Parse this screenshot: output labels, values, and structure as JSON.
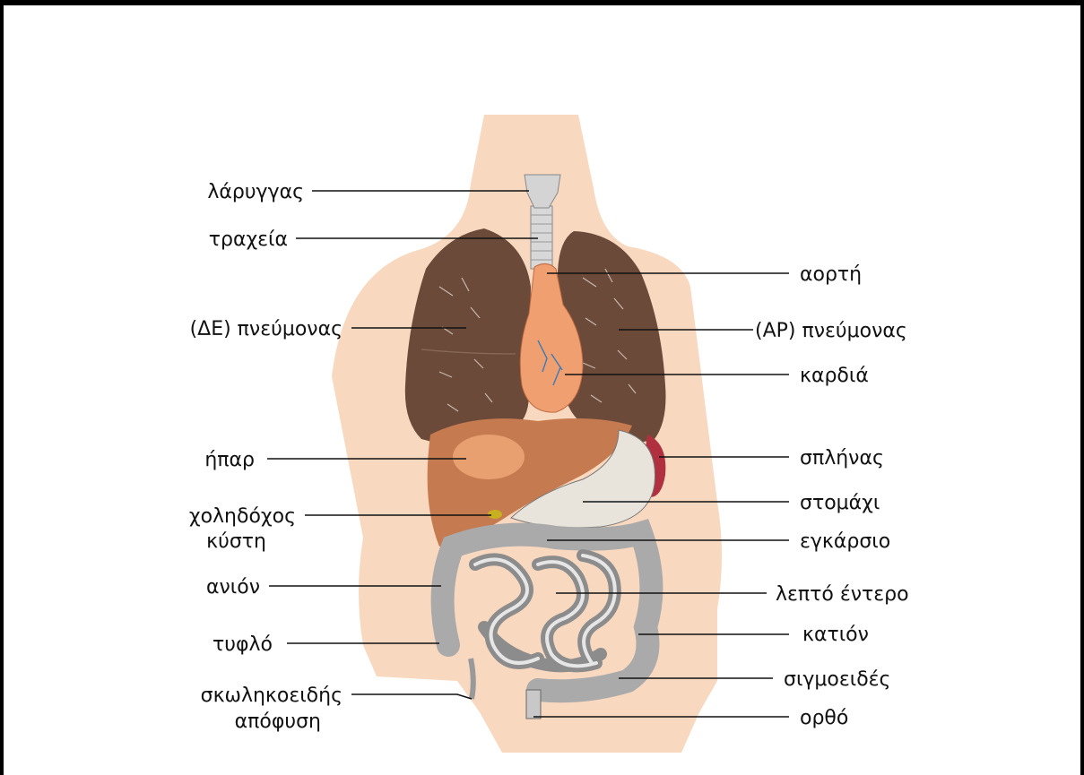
{
  "labels": {
    "larynx": "λάρυγγας",
    "trachea": "τραχεία",
    "aorta": "αορτή",
    "right_lung": "(ΔΕ) πνεύμονας",
    "left_lung": "(ΑΡ) πνεύμονας",
    "heart": "καρδιά",
    "liver": "ήπαρ",
    "spleen": "σπλήνας",
    "stomach": "στομάχι",
    "gallbladder_1": "χοληδόχος",
    "gallbladder_2": "κύστη",
    "transverse": "εγκάρσιο",
    "ascending": "ανιόν",
    "small_intestine": "λεπτό έντερο",
    "cecum": "τυφλό",
    "descending": "κατιόν",
    "sigmoid": "σιγμοειδές",
    "appendix_1": "σκωληκοειδής",
    "appendix_2": "απόφυση",
    "rectum": "ορθό"
  },
  "colors": {
    "skin": "#f9d8c0",
    "lung": "#6b4a3a",
    "heart": "#f0a070",
    "liver": "#c67a50",
    "stomach": "#e8e4dc",
    "spleen": "#b03040",
    "intestine": "#9c9c9c",
    "trachea": "#d8d8d8"
  }
}
